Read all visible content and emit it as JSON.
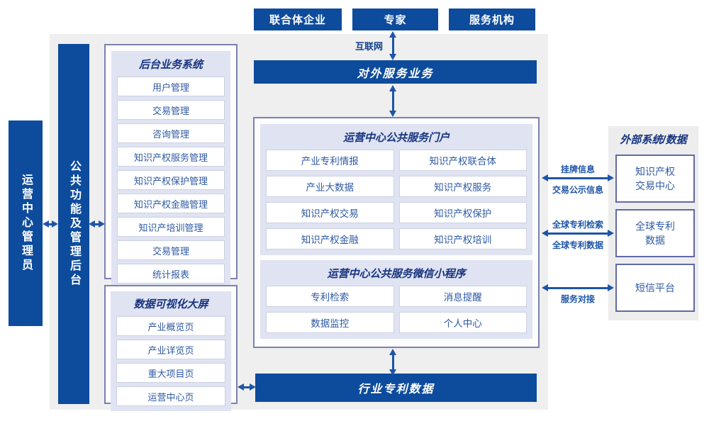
{
  "colors": {
    "primary_blue": "#0d4b9d",
    "panel_gray": "#efefef",
    "lavender_panel": "#dfe3f2",
    "card_text_blue": "#2e59a4",
    "title_navy": "#16337e",
    "arrow_blue": "#1d55a8"
  },
  "top_actors": [
    "联合体企业",
    "专家",
    "服务机构"
  ],
  "internet_label": "互联网",
  "external_service_bar": "对外服务业务",
  "left_bars": {
    "admin": "运营中心管理员",
    "backend": "公共功能及管理后台"
  },
  "backend_system": {
    "title": "后台业务系统",
    "items": [
      "用户管理",
      "交易管理",
      "咨询管理",
      "知识产权服务管理",
      "知识产权保护管理",
      "知识产权金融管理",
      "知识产培训管理",
      "交易管理",
      "统计报表"
    ]
  },
  "dashboard": {
    "title": "数据可视化大屏",
    "items": [
      "产业概览页",
      "产业详览页",
      "重大项目页",
      "运营中心页"
    ]
  },
  "portal": {
    "title": "运营中心公共服务门户",
    "items": [
      "产业专利情报",
      "知识产权联合体",
      "产业大数据",
      "知识产权服务",
      "知识产权交易",
      "知识产权保护",
      "知识产权金融",
      "知识产权培训"
    ]
  },
  "miniapp": {
    "title": "运营中心公共服务微信小程序",
    "items": [
      "专利检索",
      "消息提醒",
      "数据监控",
      "个人中心"
    ]
  },
  "industry_data_bar": "行业专利数据",
  "external_systems": {
    "title": "外部系统/数据",
    "items": [
      "知识产权\n交易中心",
      "全球专利\n数据",
      "短信平台"
    ]
  },
  "link_labels": {
    "link1_top": "挂牌信息",
    "link1_bottom": "交易公示信息",
    "link2_top": "全球专利检索",
    "link2_bottom": "全球专利数据",
    "link3_bottom": "服务对接"
  }
}
